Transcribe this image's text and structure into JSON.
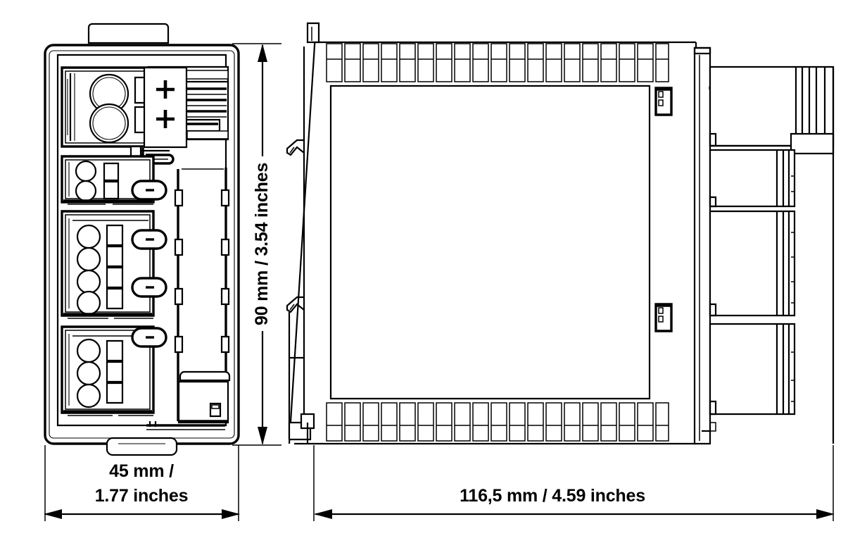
{
  "document": {
    "type": "technical-dimension-drawing",
    "subject": "DIN-rail mounted electronic module",
    "views": [
      "front-view",
      "side-view"
    ],
    "background_color": "#ffffff",
    "line_color": "#000000"
  },
  "dimensions": {
    "height": {
      "label": "90 mm / 3.54 inches",
      "value_mm": 90,
      "value_in": 3.54,
      "orientation": "vertical",
      "applies_to": "front-view"
    },
    "width": {
      "label_line1": "45 mm /",
      "label_line2": "1.77 inches",
      "label": "45 mm / 1.77 inches",
      "value_mm": 45,
      "value_in": 1.77,
      "orientation": "horizontal",
      "applies_to": "front-view"
    },
    "depth": {
      "label": "116,5 mm / 4.59 inches",
      "value_mm": 116.5,
      "value_in": 4.59,
      "orientation": "horizontal",
      "applies_to": "side-view"
    }
  },
  "front_view": {
    "name": "front-view",
    "terminal_blocks": [
      {
        "id": "power-terminal",
        "poles": 2,
        "markers": [
          "+",
          "+"
        ],
        "size": "large"
      },
      {
        "id": "terminal-block-2",
        "poles": 2,
        "size": "small"
      },
      {
        "id": "terminal-block-3",
        "poles": 4,
        "size": "small"
      },
      {
        "id": "terminal-block-4",
        "poles": 3,
        "size": "small"
      }
    ],
    "polarity_markers": [
      "+",
      "+"
    ],
    "status_slots_count": 4,
    "housing_label": "module-housing-outline"
  },
  "side_view": {
    "name": "side-view",
    "vent_slot_rows": 2,
    "vent_slots_per_row": 19,
    "din_rail_clips": 2,
    "latch_features": 2,
    "connector_stack_count": 4
  }
}
